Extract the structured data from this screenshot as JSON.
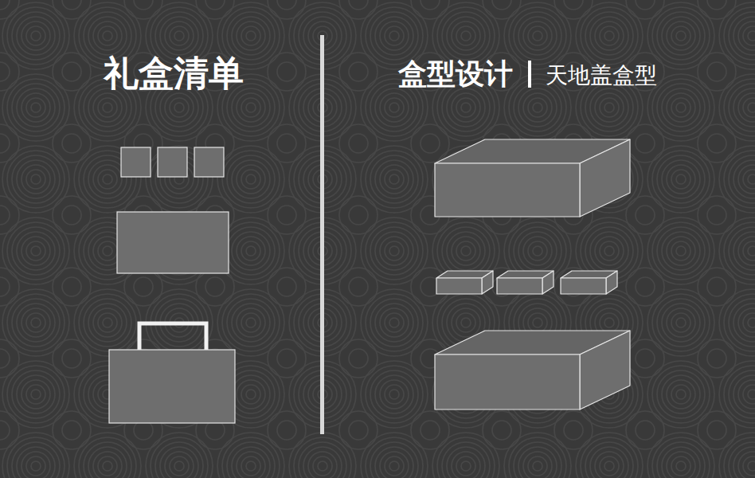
{
  "diagram": {
    "labels": [
      "礼盒清单",
      "盒型设计",
      "天地盖盒型"
    ]
  }
}
